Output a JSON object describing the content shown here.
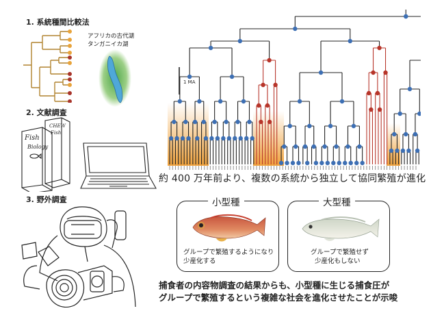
{
  "steps": {
    "s1": "1. 系統種間比較法",
    "s2": "2. 文献調査",
    "s3": "3. 野外調査"
  },
  "lake": {
    "line1": "アフリカの古代湖",
    "line2": "タンガニイカ湖"
  },
  "books": {
    "b1a": "Fish",
    "b1b": "Biology",
    "b2a": "CHEW",
    "b2b": "Fish"
  },
  "scale_label": "1 MA",
  "headline": "約 400 万年前より、複数の系統から独立して協同繁殖が進化",
  "small": {
    "title": "小型種",
    "line1": "グループで繁殖するようになり",
    "line2": "少産化する"
  },
  "large": {
    "title": "大型種",
    "line1": "グループで繁殖せず",
    "line2": "少産化もしない"
  },
  "conclusion": {
    "line1": "捕食者の内容物調査の結果からも、小型種に生じる捕食圧が",
    "line2": "グループで繁殖するという複雑な社会を進化させたことが示唆"
  },
  "colors": {
    "blue": "#3d6fb4",
    "red": "#b7352a",
    "orange": "#f0a23c",
    "line": "#222222"
  }
}
